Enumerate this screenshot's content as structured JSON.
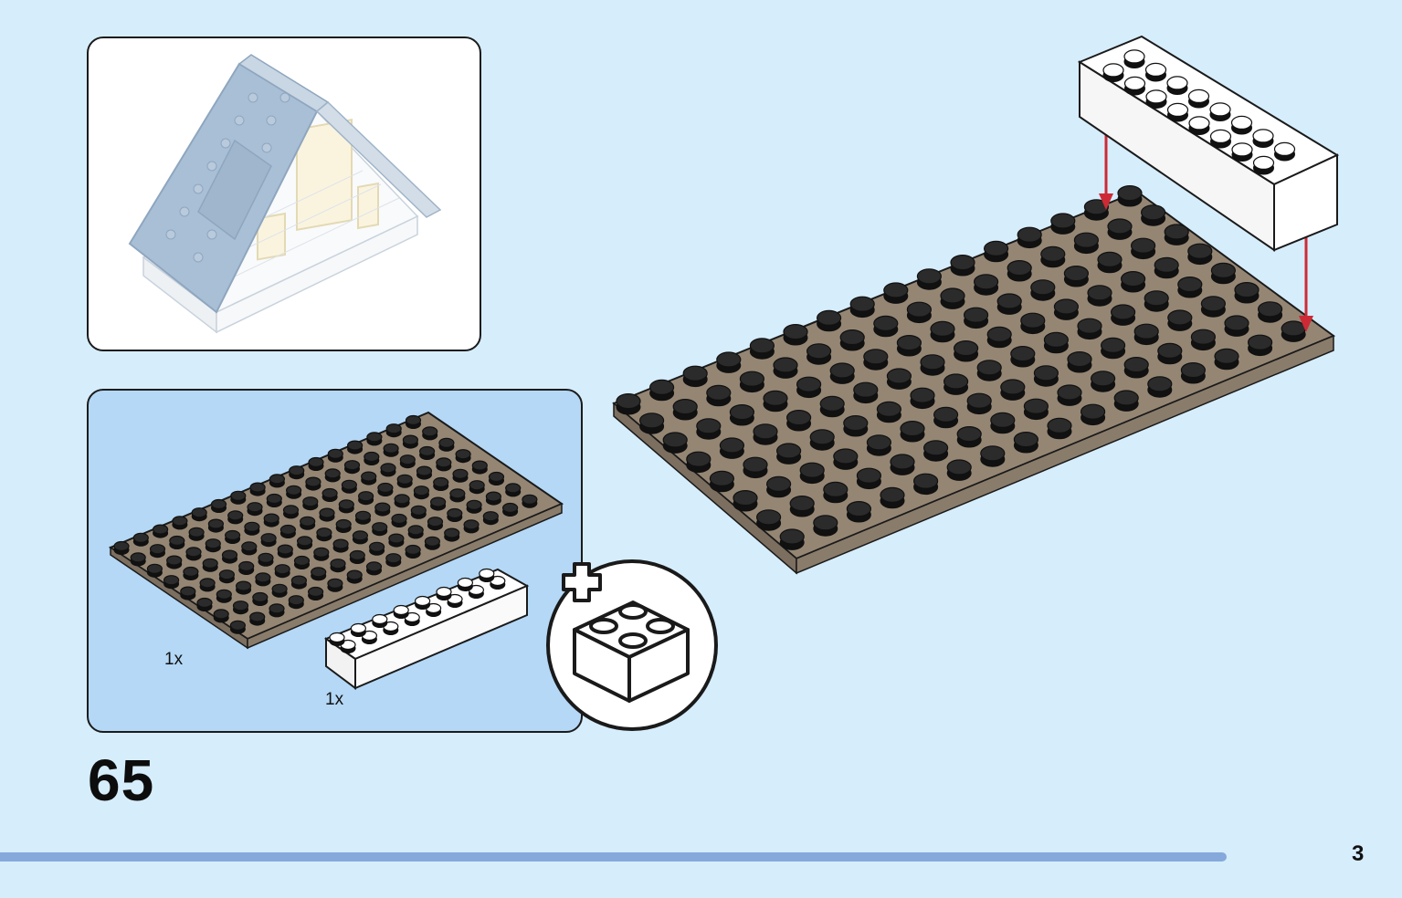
{
  "step": {
    "number": "65"
  },
  "parts_list": {
    "items": [
      {
        "part": "tan-8x16-plate",
        "quantity": "1x"
      },
      {
        "part": "white-2x8-brick",
        "quantity": "1x"
      }
    ]
  },
  "page": {
    "number": "3",
    "progress_fraction": 0.935
  },
  "colors": {
    "background": "#d6edfc",
    "parts_panel": "#b4d8f6",
    "tan_plate": "#958674",
    "white_brick": "#ffffff",
    "arrow": "#cc2b35",
    "progress": "#86a9db"
  }
}
